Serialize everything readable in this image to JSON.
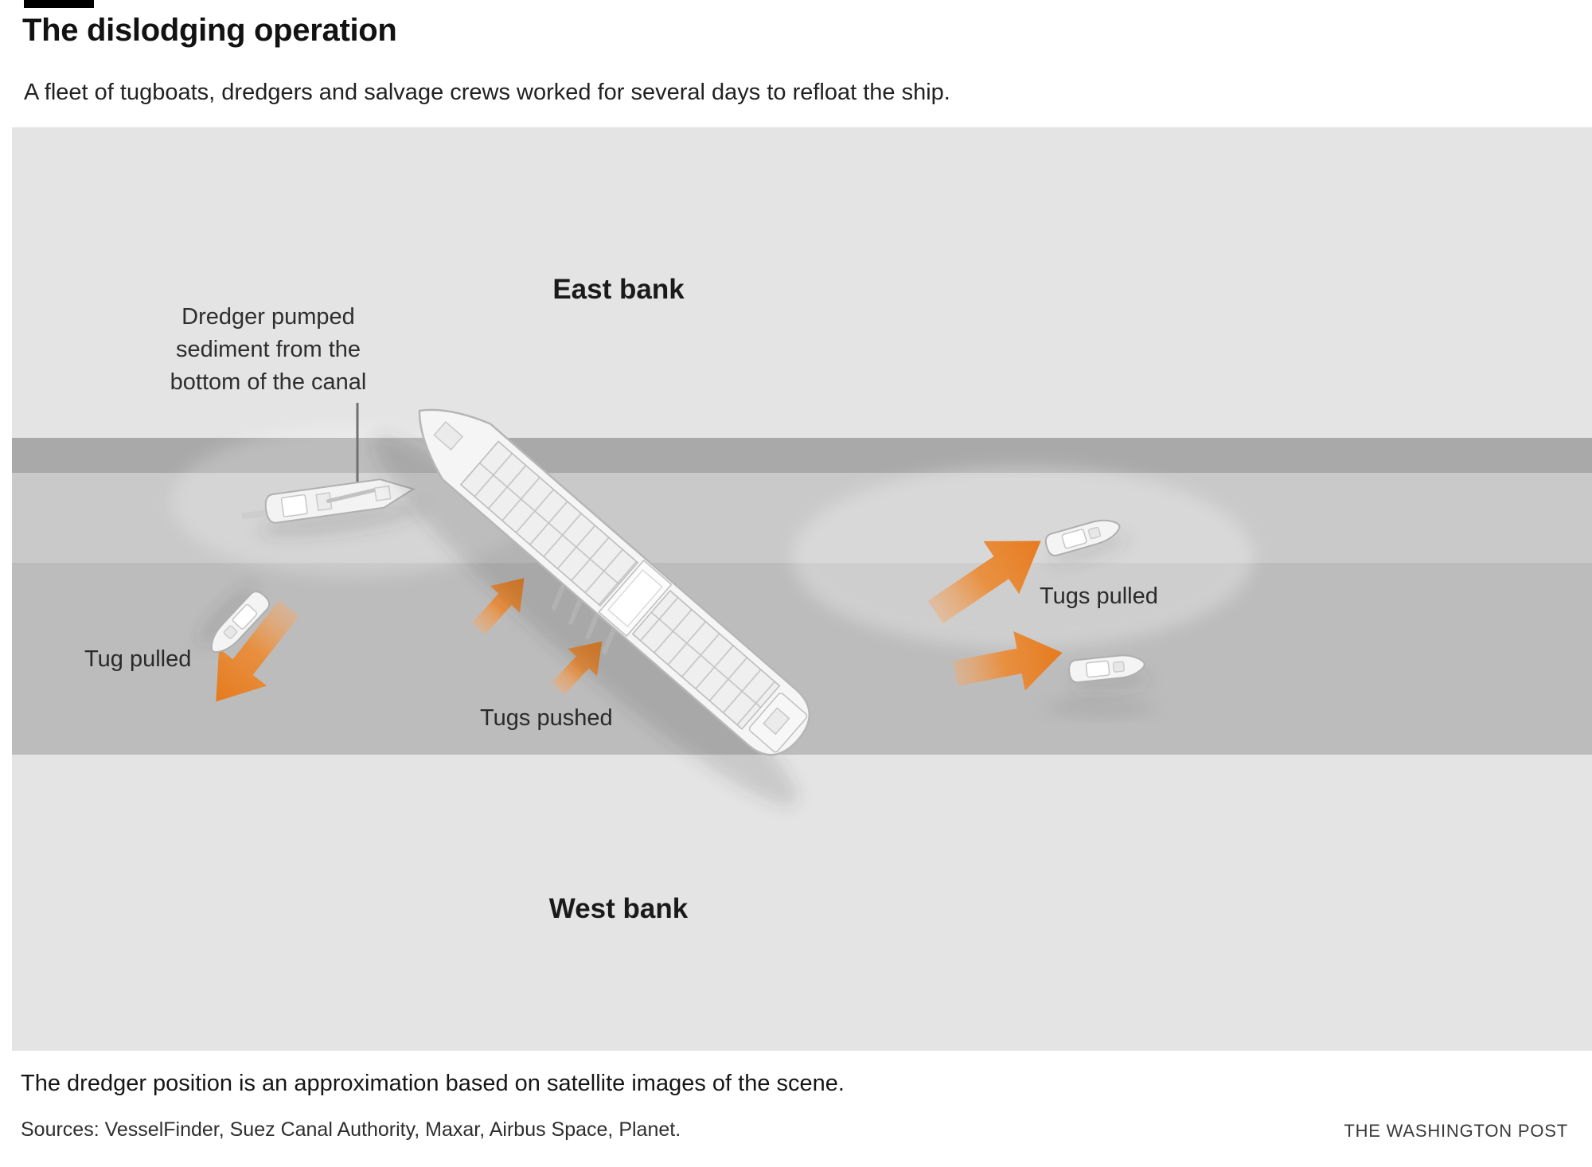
{
  "header": {
    "title": "The dislodging operation",
    "subtitle": "A fleet of tugboats, dredgers and salvage crews worked for several days to refloat the ship."
  },
  "diagram": {
    "east_bank_label": "East bank",
    "west_bank_label": "West bank",
    "dredger_annotation_lines": [
      "Dredger pumped",
      "sediment from the",
      "bottom of the canal"
    ],
    "labels": {
      "tug_pulled": "Tug pulled",
      "tugs_pushed": "Tugs pushed",
      "tugs_pulled": "Tugs pulled"
    },
    "colors": {
      "arrow_orange": "#e67a1e",
      "diagram_background": "#e4e4e4",
      "bank_edge_strip": "#a9a9a9",
      "canal_water": "#c9c9c9",
      "canal_water_lower": "#bcbcbc",
      "vessel_white": "#f5f5f5"
    }
  },
  "footer": {
    "note": "The dredger position is an approximation based on satellite images of the scene.",
    "sources": "Sources: VesselFinder, Suez Canal Authority, Maxar, Airbus Space, Planet.",
    "credit": "THE WASHINGTON POST"
  }
}
